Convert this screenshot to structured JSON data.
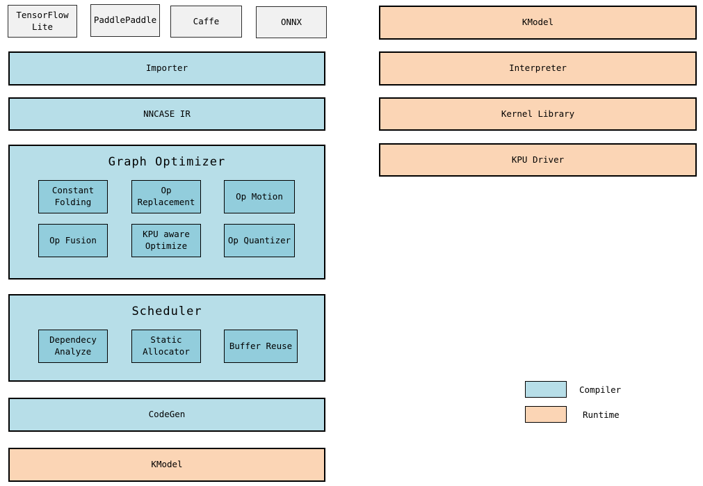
{
  "colors": {
    "compiler_fill": "#b7dee8",
    "compiler_inner_fill": "#92cddc",
    "runtime_fill": "#fbd5b5",
    "frontend_fill": "#f1f1f1",
    "border": "#000000",
    "background": "#ffffff"
  },
  "frontends": [
    "TensorFlow Lite",
    "PaddlePaddle",
    "Caffe",
    "ONNX"
  ],
  "compiler": {
    "importer": "Importer",
    "nncase_ir": "NNCASE IR",
    "graph_optimizer": {
      "title": "Graph Optimizer",
      "passes": [
        "Constant Folding",
        "Op Replacement",
        "Op Motion",
        "Op Fusion",
        "KPU aware Optimize",
        "Op Quantizer"
      ]
    },
    "scheduler": {
      "title": "Scheduler",
      "passes": [
        "Dependecy Analyze",
        "Static Allocator",
        "Buffer Reuse"
      ]
    },
    "codegen": "CodeGen",
    "kmodel": "KModel"
  },
  "runtime": {
    "layers": [
      "KModel",
      "Interpreter",
      "Kernel Library",
      "KPU Driver"
    ]
  },
  "legend": {
    "compiler_label": "Compiler",
    "runtime_label": "Runtime"
  }
}
